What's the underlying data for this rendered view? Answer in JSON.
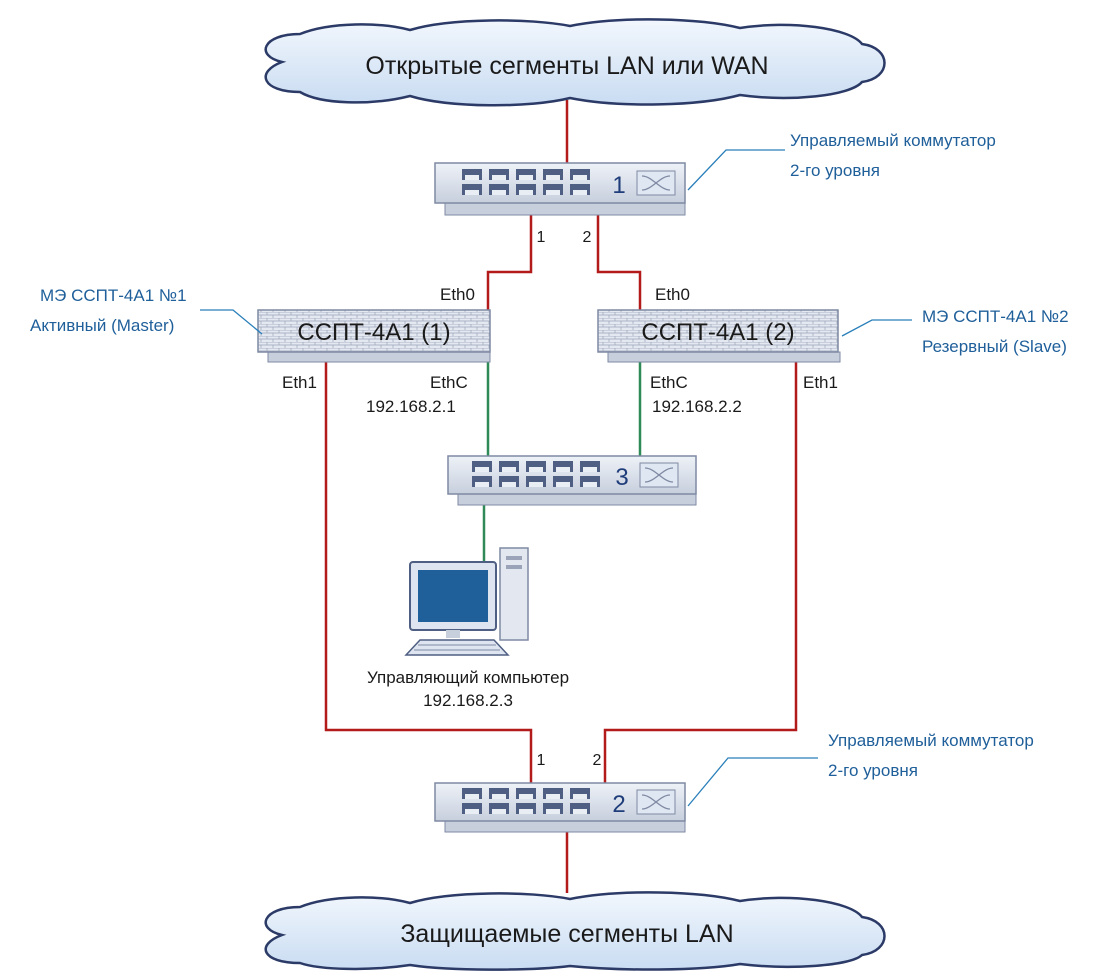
{
  "clouds": {
    "top": "Открытые сегменты LAN или WAN",
    "bottom": "Защищаемые сегменты LAN"
  },
  "switches": {
    "sw1": {
      "number": "1",
      "port_left": "1",
      "port_right": "2"
    },
    "sw3": {
      "number": "3"
    },
    "sw2": {
      "number": "2",
      "port_left": "1",
      "port_right": "2"
    }
  },
  "switch_notes": {
    "sw1": [
      "Управляемый коммутатор",
      "2-го уровня"
    ],
    "sw2": [
      "Управляемый коммутатор",
      "2-го уровня"
    ]
  },
  "firewalls": {
    "fw1": {
      "name": "ССПТ-4А1 (1)",
      "note": [
        "МЭ ССПТ-4А1 №1",
        "Активный (Master)"
      ],
      "eth0": "Eth0",
      "eth1": "Eth1",
      "ethc": "EthC",
      "ip": "192.168.2.1"
    },
    "fw2": {
      "name": "ССПТ-4А1 (2)",
      "note": [
        "МЭ ССПТ-4А1 №2",
        "Резервный (Slave)"
      ],
      "eth0": "Eth0",
      "eth1": "Eth1",
      "ethc": "EthC",
      "ip": "192.168.2.2"
    }
  },
  "computer": {
    "label": "Управляющий компьютер",
    "ip": "192.168.2.3"
  },
  "colors": {
    "red_link": "#b31b1b",
    "green_link": "#2e8b57",
    "note_line": "#2a7fba",
    "cloud_fill": "#dbe8f7",
    "device_fill": "#dfe5f0",
    "device_stroke": "#7f8aa3"
  }
}
